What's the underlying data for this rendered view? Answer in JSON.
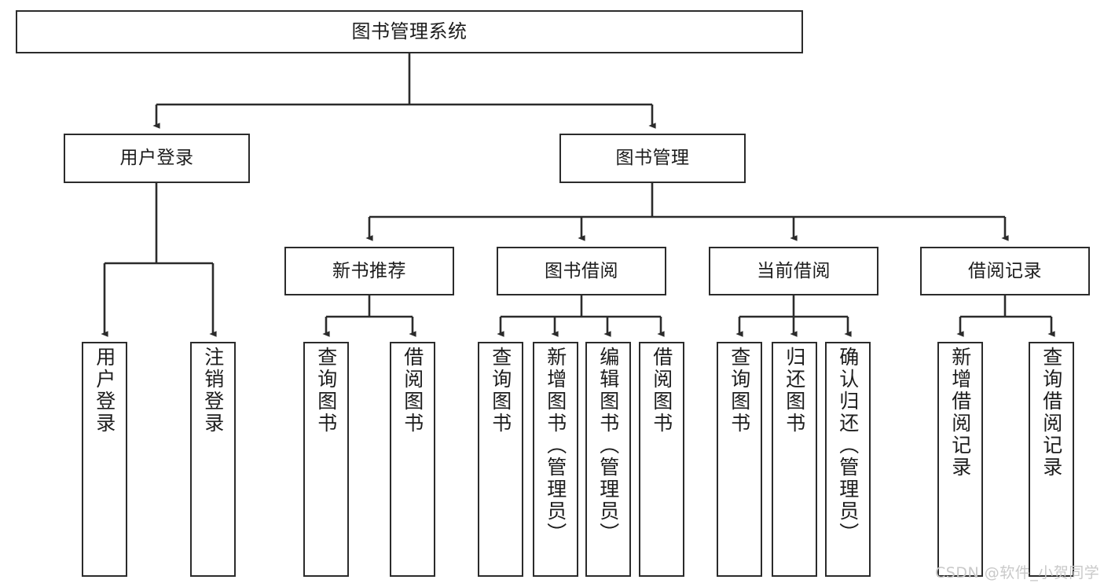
{
  "diagram": {
    "title": "图书管理系统",
    "type": "hierarchy-tree",
    "root": {
      "label": "图书管理系统"
    },
    "level2": [
      {
        "label": "用户登录"
      },
      {
        "label": "图书管理"
      }
    ],
    "level3": [
      {
        "label": "新书推荐"
      },
      {
        "label": "图书借阅"
      },
      {
        "label": "当前借阅"
      },
      {
        "label": "借阅记录"
      }
    ],
    "leaves": {
      "user_login": [
        {
          "label": "用户登录"
        },
        {
          "label": "注销登录"
        }
      ],
      "new_book_recommend": [
        {
          "label": "查询图书"
        },
        {
          "label": "借阅图书"
        }
      ],
      "book_borrow": [
        {
          "label": "查询图书"
        },
        {
          "label": "新增图书（管理员）"
        },
        {
          "label": "编辑图书（管理员）"
        },
        {
          "label": "借阅图书"
        }
      ],
      "current_borrow": [
        {
          "label": "查询图书"
        },
        {
          "label": "归还图书"
        },
        {
          "label": "确认归还（管理员）"
        }
      ],
      "borrow_record": [
        {
          "label": "新增借阅记录"
        },
        {
          "label": "查询借阅记录"
        }
      ]
    }
  },
  "watermark": {
    "text": "CSDN @软件_小贺同学"
  },
  "colors": {
    "stroke": "#2b2b2b",
    "box_fill": "#ffffff",
    "text": "#1c1c1c",
    "watermark": "#c9c9c9",
    "background": "#ffffff"
  }
}
